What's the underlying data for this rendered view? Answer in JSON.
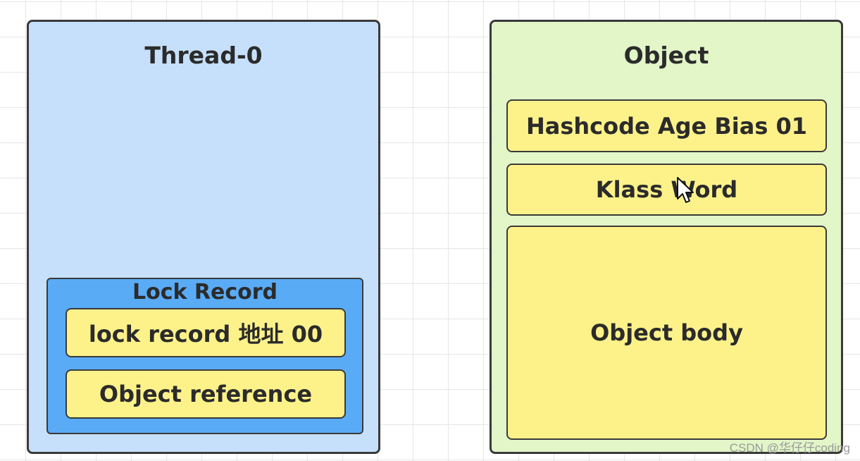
{
  "thread": {
    "title": "Thread-0",
    "lock_record": {
      "title": "Lock Record",
      "address": "lock  record 地址 00",
      "reference": "Object reference"
    }
  },
  "object": {
    "title": "Object",
    "mark_word": "Hashcode Age Bias 01",
    "klass_word": "Klass Word",
    "body": "Object body"
  },
  "watermark": "CSDN @华仔仔coding",
  "colors": {
    "thread_bg": "#c6e0fb",
    "lock_record_bg": "#5aabf6",
    "object_bg": "#e2f6c8",
    "field_bg": "#fdf28a",
    "border": "#3a3a3a"
  },
  "icons": {
    "cursor": "mouse-pointer-icon"
  }
}
